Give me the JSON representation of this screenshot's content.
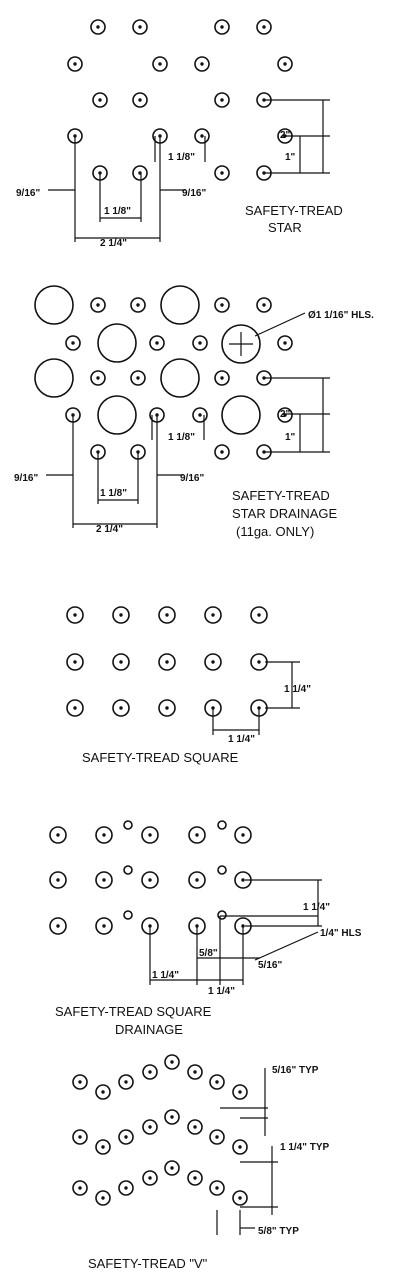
{
  "sections": {
    "star": {
      "title_line1": "SAFETY-TREAD",
      "title_line2": "STAR",
      "dim_2in": "2\"",
      "dim_1in": "1\"",
      "dim_1_1_8": "1 1/8\"",
      "dim_1_1_8_lower": "1 1/8\"",
      "dim_2_1_4": "2 1/4\"",
      "dim_9_16_left": "9/16\"",
      "dim_9_16_right": "9/16\""
    },
    "star_drainage": {
      "title_line1": "SAFETY-TREAD",
      "title_line2": "STAR DRAINAGE",
      "title_line3": "(11ga. ONLY)",
      "hole_note": "Ø1 1/16\" HLS.",
      "dim_2in": "2\"",
      "dim_1in": "1\"",
      "dim_1_1_8": "1 1/8\"",
      "dim_1_1_8_lower": "1 1/8\"",
      "dim_2_1_4": "2 1/4\"",
      "dim_9_16_left": "9/16\"",
      "dim_9_16_right": "9/16\""
    },
    "square": {
      "title": "SAFETY-TREAD SQUARE",
      "dim_vertical": "1 1/4\"",
      "dim_horizontal": "1 1/4\""
    },
    "square_drainage": {
      "title_line1": "SAFETY-TREAD SQUARE",
      "title_line2": "DRAINAGE",
      "dim_vertical": "1 1/4\"",
      "dim_hole": "1/4\" HLS",
      "dim_5_8": "5/8\"",
      "dim_5_16": "5/16\"",
      "dim_left": "1 1/4\"",
      "dim_mid": "1 1/4\""
    },
    "v": {
      "title": "SAFETY-TREAD \"V\"",
      "dim_top": "5/16\" TYP",
      "dim_mid": "1 1/4\" TYP",
      "dim_bottom": "5/8\" TYP"
    }
  }
}
